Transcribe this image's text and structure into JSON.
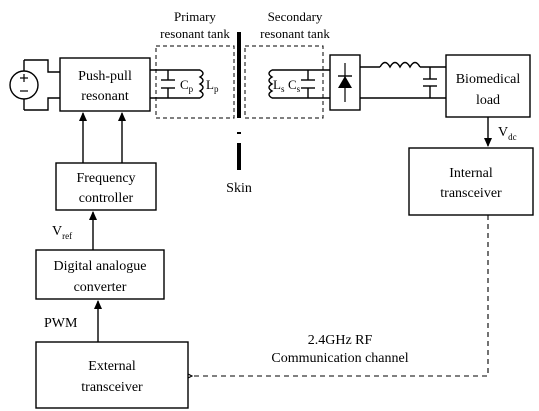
{
  "blocks": {
    "pushpull": [
      "Push-pull",
      "resonant"
    ],
    "freq": [
      "Frequency",
      "controller"
    ],
    "dac": [
      "Digital analogue",
      "converter"
    ],
    "ext": [
      "External",
      "transceiver"
    ],
    "int": [
      "Internal",
      "transceiver"
    ],
    "bio": [
      "Biomedical",
      "load"
    ]
  },
  "tanks": {
    "primary": [
      "Primary",
      "resonant tank"
    ],
    "secondary": [
      "Secondary",
      "resonant tank"
    ]
  },
  "components": {
    "cp_base": "C",
    "cp_sub": "p",
    "lp_base": "L",
    "lp_sub": "p",
    "ls_base": "L",
    "ls_sub": "s",
    "cs_base": "C",
    "cs_sub": "s"
  },
  "signals": {
    "vref_base": "V",
    "vref_sub": "ref",
    "vdc_base": "V",
    "vdc_sub": "dc",
    "pwm": "PWM"
  },
  "skin": "Skin",
  "rf": [
    "2.4GHz RF",
    "Communication channel"
  ]
}
